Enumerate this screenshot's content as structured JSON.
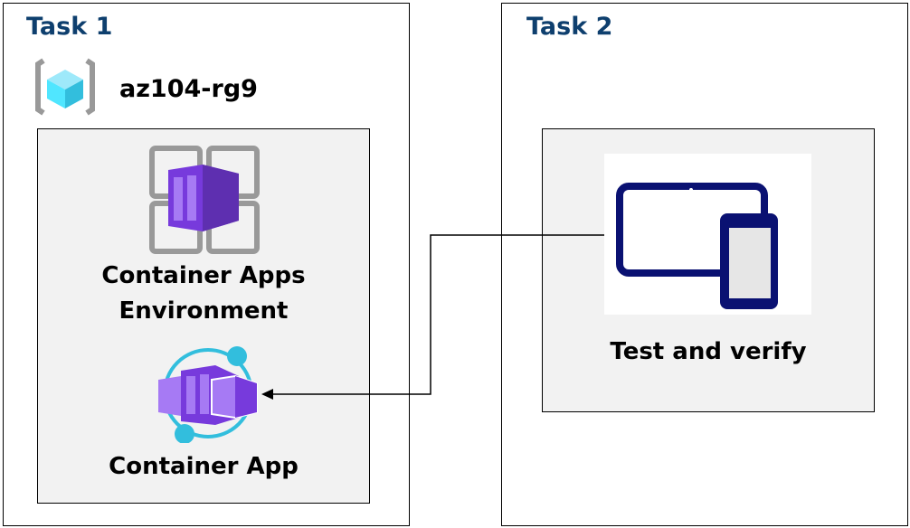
{
  "task1": {
    "title": "Task 1",
    "resource_group": {
      "name": "az104-rg9",
      "icon": "resource-group-icon"
    },
    "environment": {
      "label_line1": "Container Apps",
      "label_line2": "Environment",
      "icon": "container-apps-environment-icon"
    },
    "app": {
      "label": "Container App",
      "icon": "container-app-icon"
    }
  },
  "task2": {
    "title": "Task 2",
    "step": {
      "label": "Test and verify",
      "icon": "devices-icon"
    }
  },
  "colors": {
    "title": "#0e3f6e",
    "panel": "#f2f2f2",
    "purple": "#773adc",
    "cyan": "#32bedd",
    "navy": "#0a1172"
  }
}
